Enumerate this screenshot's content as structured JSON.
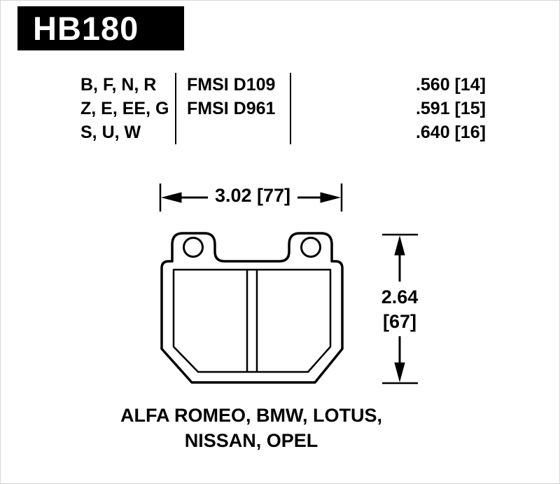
{
  "header": {
    "part_number": "HB180"
  },
  "spec_table": {
    "rows": [
      {
        "compounds": "B, F, N, R",
        "fmsi": "FMSI D109",
        "thickness": ".560 [14]"
      },
      {
        "compounds": "Z, E, EE, G",
        "fmsi": "FMSI D961",
        "thickness": ".591 [15]"
      },
      {
        "compounds": "S, U, W",
        "fmsi": "",
        "thickness": ".640 [16]"
      }
    ]
  },
  "diagram": {
    "width_dimension": "3.02 [77]",
    "height_dimension_in": "2.64",
    "height_dimension_mm": "[67]"
  },
  "applications": {
    "line1": "ALFA ROMEO, BMW, LOTUS,",
    "line2": "NISSAN, OPEL"
  },
  "colors": {
    "ink": "#000000",
    "background": "#ffffff",
    "box": "#000000"
  }
}
